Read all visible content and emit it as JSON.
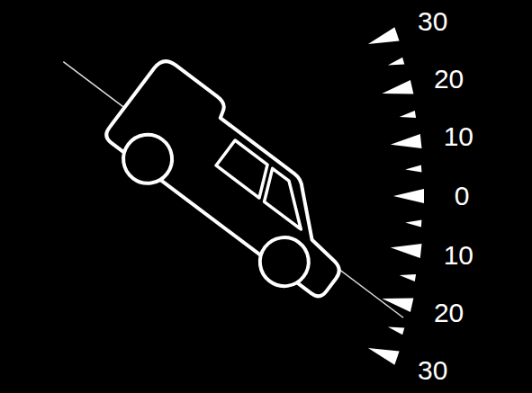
{
  "diagram": {
    "labels": [
      "30",
      "20",
      "10",
      "0",
      "10",
      "20",
      "30"
    ]
  }
}
